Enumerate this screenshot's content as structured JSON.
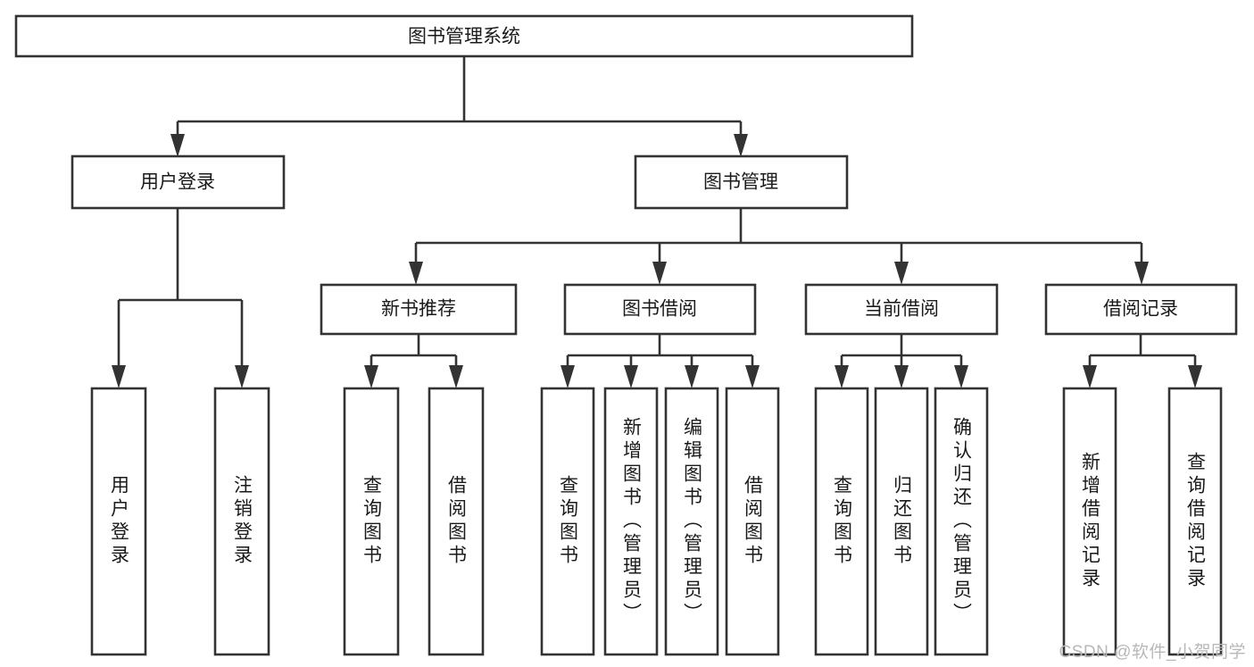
{
  "diagram": {
    "title": "图书管理系统",
    "type": "tree-hierarchy-chart",
    "background_color": "#ffffff",
    "box_fill": "#ffffff",
    "box_stroke": "#333333",
    "text_color": "#1a1a1a"
  },
  "root": {
    "label": "图书管理系统"
  },
  "level1": [
    {
      "label": "用户登录"
    },
    {
      "label": "图书管理"
    }
  ],
  "level2": [
    {
      "label": "新书推荐"
    },
    {
      "label": "图书借阅"
    },
    {
      "label": "当前借阅"
    },
    {
      "label": "借阅记录"
    }
  ],
  "leaves": {
    "user_login": [
      {
        "label": "用户登录"
      },
      {
        "label": "注销登录"
      }
    ],
    "new_book_recommend": [
      {
        "label": "查询图书"
      },
      {
        "label": "借阅图书"
      }
    ],
    "book_borrow": [
      {
        "label": "查询图书"
      },
      {
        "label": "新增图书（管理员）"
      },
      {
        "label": "编辑图书（管理员）"
      },
      {
        "label": "借阅图书"
      }
    ],
    "current_borrow": [
      {
        "label": "查询图书"
      },
      {
        "label": "归还图书"
      },
      {
        "label": "确认归还（管理员）"
      }
    ],
    "borrow_record": [
      {
        "label": "新增借阅记录"
      },
      {
        "label": "查询借阅记录"
      }
    ]
  },
  "watermark": {
    "text": "CSDN @软件_小贺同学"
  }
}
